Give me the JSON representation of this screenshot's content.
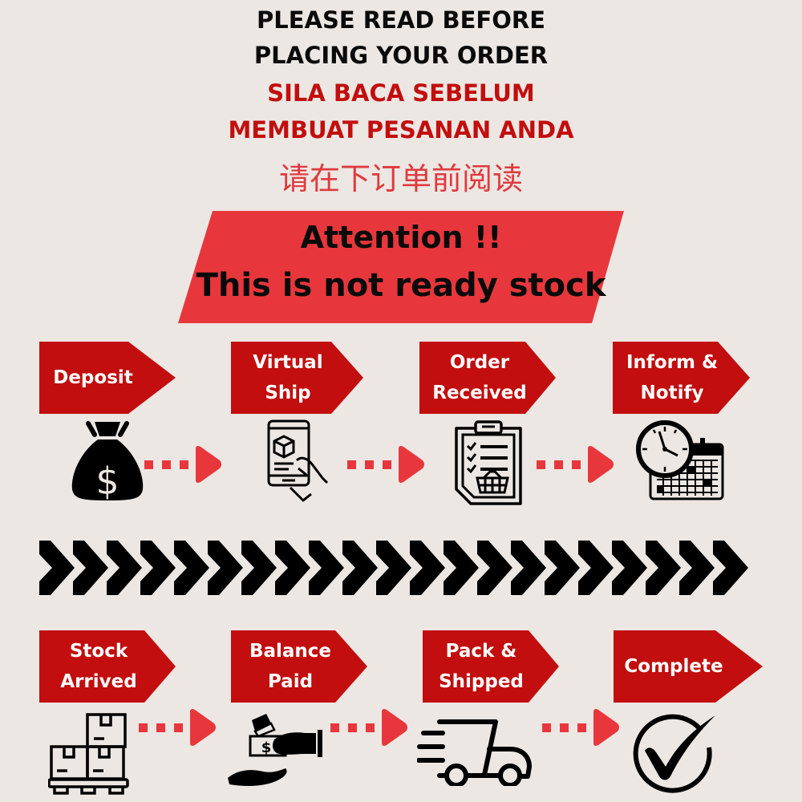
{
  "header": {
    "en_line1": "PLEASE READ BEFORE",
    "en_line2": "PLACING YOUR ORDER",
    "ms_line1": "SILA BACA SEBELUM",
    "ms_line2": "MEMBUAT PESANAN ANDA",
    "zh": "请在下订单前阅读"
  },
  "banner": {
    "line1": "Attention !!",
    "line2": "This is not ready stock"
  },
  "colors": {
    "background": "#ECE7E3",
    "tag_red": "#C20E0E",
    "arrow_red": "#E8373C",
    "banner_red": "#E8373C",
    "text_black": "#0a0a0a"
  },
  "steps_row1": [
    {
      "label": "Deposit",
      "icon": "money-bag-icon"
    },
    {
      "label": "Virtual\nShip",
      "icon": "phone-package-icon"
    },
    {
      "label": "Order\nReceived",
      "icon": "clipboard-basket-icon"
    },
    {
      "label": "Inform &\nNotify",
      "icon": "clock-calendar-icon"
    }
  ],
  "steps_row2": [
    {
      "label": "Stock\nArrived",
      "icon": "boxes-pallet-icon"
    },
    {
      "label": "Balance\nPaid",
      "icon": "cash-hands-icon"
    },
    {
      "label": "Pack &\nShipped",
      "icon": "delivery-truck-icon"
    },
    {
      "label": "Complete",
      "icon": "check-circle-icon"
    }
  ],
  "divider": {
    "chevron_count": 21
  }
}
